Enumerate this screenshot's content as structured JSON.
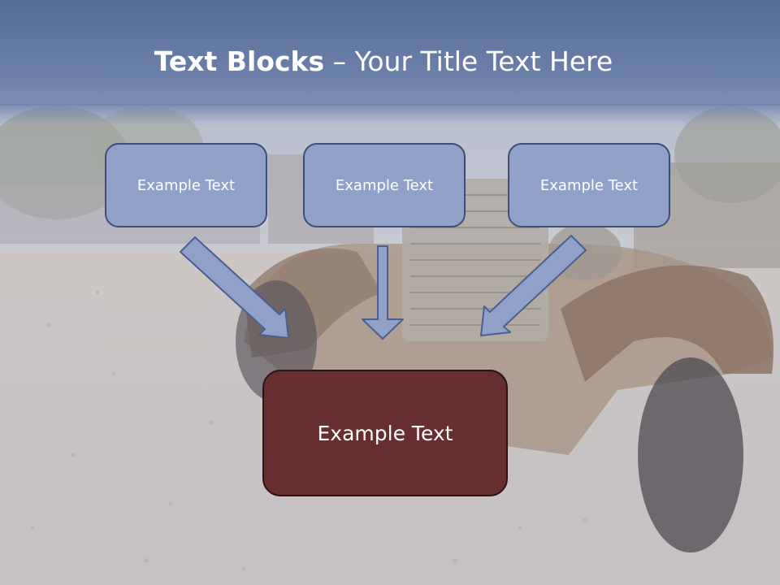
{
  "slide": {
    "title_bold": "Text Blocks",
    "title_dash": " – ",
    "title_rest": "Your Title Text Here"
  },
  "blocks": {
    "top_left": "Example Text",
    "top_center": "Example Text",
    "top_right": "Example Text",
    "bottom": "Example Text"
  },
  "colors": {
    "title_band": "#6b80a9",
    "small_box_fill": "#8fa1c7",
    "small_box_border": "#3d4f78",
    "big_box_fill": "#662e2e",
    "arrow_fill": "#8fa1c7",
    "arrow_stroke": "#4a5f8f"
  }
}
